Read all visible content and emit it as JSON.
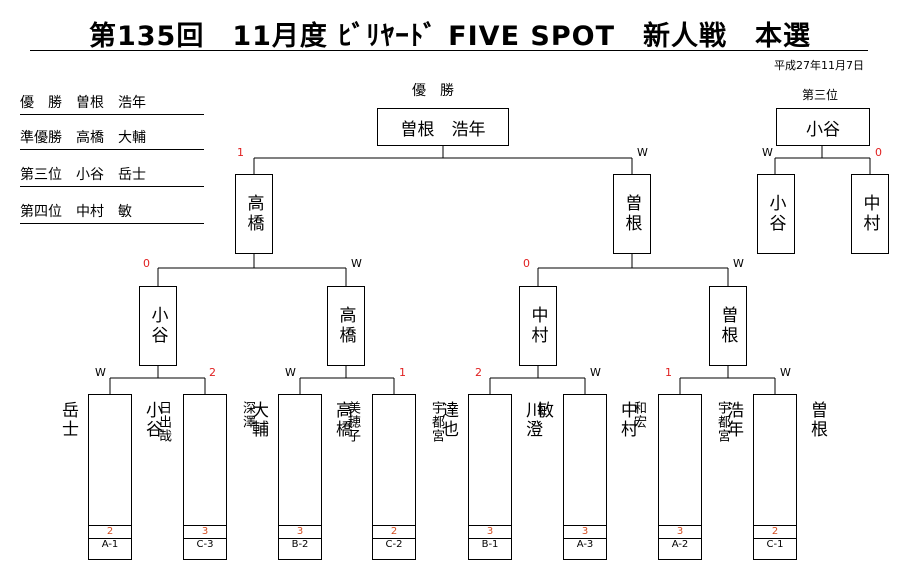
{
  "title": "第135回　11月度 ﾋﾞﾘﾔｰﾄﾞ FIVE SPOT　新人戦　本選",
  "date": "平成27年11月7日",
  "results": [
    {
      "rank": "優　勝",
      "name": "曽根　浩年"
    },
    {
      "rank": "準優勝",
      "name": "高橋　大輔"
    },
    {
      "rank": "第三位",
      "name": "小谷　岳士"
    },
    {
      "rank": "第四位",
      "name": "中村　敏"
    }
  ],
  "final": {
    "header": "優　勝",
    "champion": "曽根　浩年",
    "left_score": "1",
    "right_score": "W"
  },
  "third_place": {
    "header": "第三位",
    "winner": "小谷",
    "left": "小谷",
    "right": "中村",
    "left_score": "W",
    "right_score": "0"
  },
  "semifinals": [
    {
      "name": "高橋",
      "left_score": "0",
      "right_score": "W"
    },
    {
      "name": "曽根",
      "left_score": "0",
      "right_score": "W"
    }
  ],
  "quarterfinals": [
    {
      "name": "小谷",
      "left_score": "W",
      "right_score": "2"
    },
    {
      "name": "高橋",
      "left_score": "W",
      "right_score": "1"
    },
    {
      "name": "中村",
      "left_score": "2",
      "right_score": "W"
    },
    {
      "name": "曽根",
      "left_score": "1",
      "right_score": "W"
    }
  ],
  "players": [
    {
      "name": "小谷\n\n岳士",
      "seed": "2",
      "code": "A-1"
    },
    {
      "name": "深澤\n\n日出哉",
      "seed": "3",
      "code": "C-3"
    },
    {
      "name": "高橋\n\n大輔",
      "seed": "3",
      "code": "B-2"
    },
    {
      "name": "宇都宮\n\n美穂子",
      "seed": "2",
      "code": "C-2"
    },
    {
      "name": "川澄\n\n達也",
      "seed": "3",
      "code": "B-1"
    },
    {
      "name": "中村\n\n敏",
      "seed": "3",
      "code": "A-3"
    },
    {
      "name": "宇都宮\n\n和宏",
      "seed": "3",
      "code": "A-2"
    },
    {
      "name": "曽根\n\n浩年",
      "seed": "2",
      "code": "C-1"
    }
  ]
}
